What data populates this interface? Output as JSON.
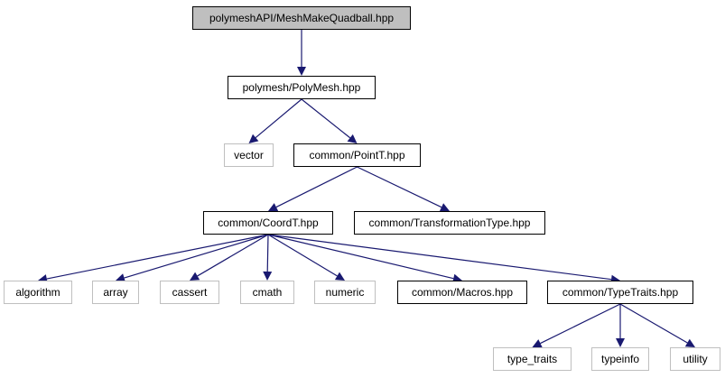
{
  "colors": {
    "edge": "#191970",
    "root_fill": "#bfbfbf",
    "documented_border": "#000000",
    "external_border": "#bfbfbf"
  },
  "nodes": {
    "root": "polymeshAPI/MeshMakeQuadball.hpp",
    "polymesh": "polymesh/PolyMesh.hpp",
    "vector": "vector",
    "pointt": "common/PointT.hpp",
    "coordt": "common/CoordT.hpp",
    "transformation": "common/TransformationType.hpp",
    "algorithm": "algorithm",
    "array": "array",
    "cassert": "cassert",
    "cmath": "cmath",
    "numeric": "numeric",
    "macros": "common/Macros.hpp",
    "typetraits": "common/TypeTraits.hpp",
    "type_traits": "type_traits",
    "typeinfo": "typeinfo",
    "utility": "utility"
  },
  "edges": [
    [
      "root",
      "polymesh"
    ],
    [
      "polymesh",
      "vector"
    ],
    [
      "polymesh",
      "pointt"
    ],
    [
      "pointt",
      "coordt"
    ],
    [
      "pointt",
      "transformation"
    ],
    [
      "coordt",
      "algorithm"
    ],
    [
      "coordt",
      "array"
    ],
    [
      "coordt",
      "cassert"
    ],
    [
      "coordt",
      "cmath"
    ],
    [
      "coordt",
      "numeric"
    ],
    [
      "coordt",
      "macros"
    ],
    [
      "coordt",
      "typetraits"
    ],
    [
      "typetraits",
      "type_traits"
    ],
    [
      "typetraits",
      "typeinfo"
    ],
    [
      "typetraits",
      "utility"
    ]
  ]
}
